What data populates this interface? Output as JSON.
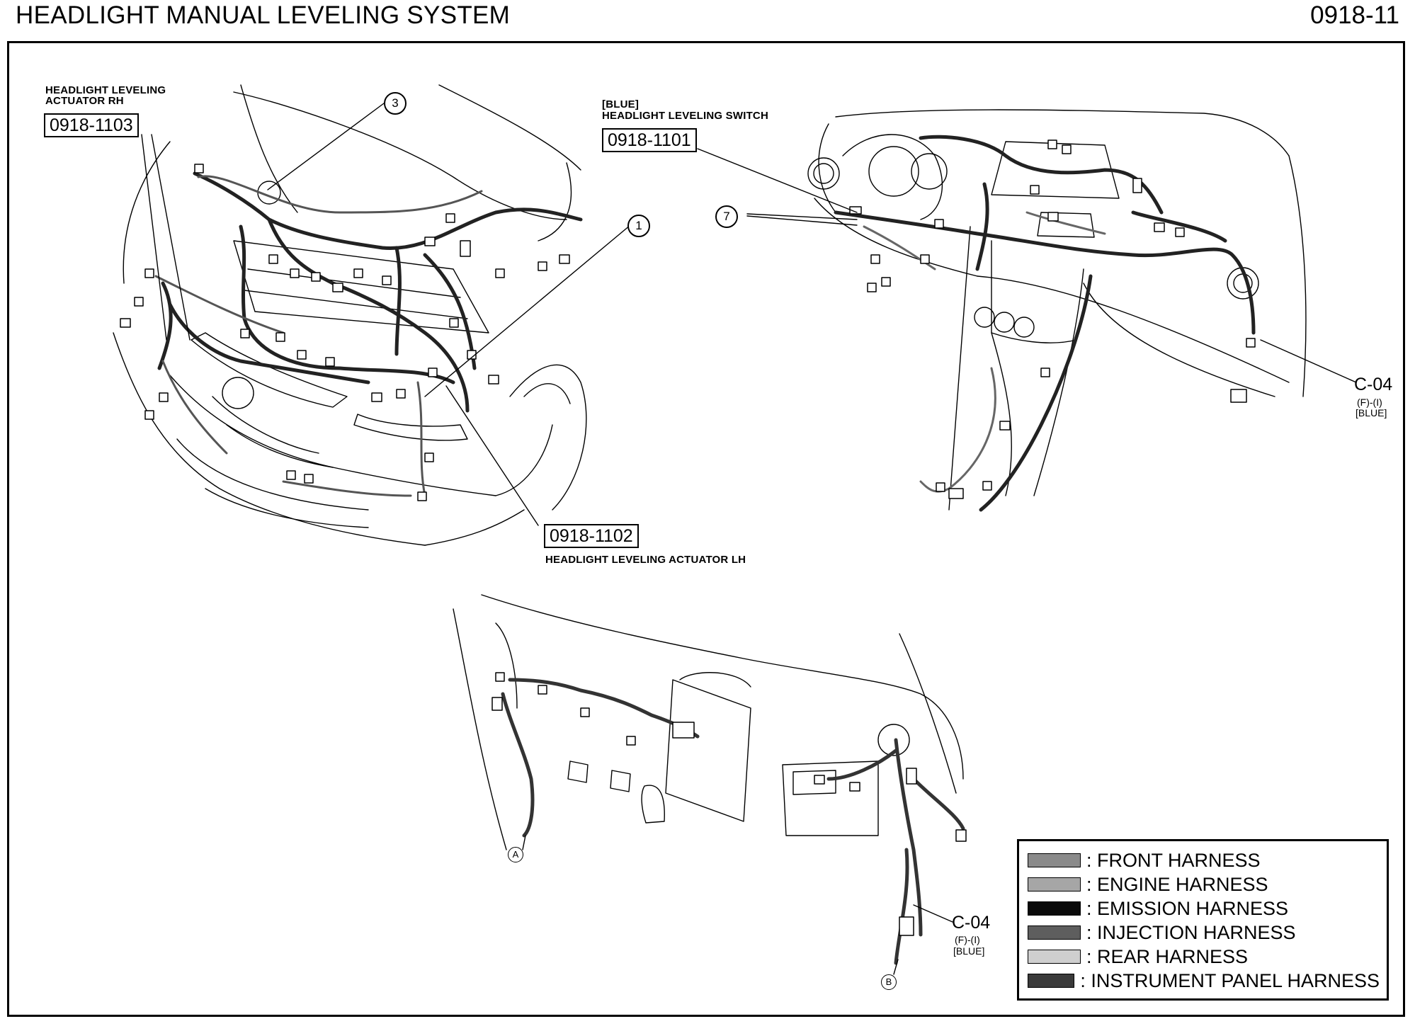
{
  "header": {
    "title": "HEADLIGHT MANUAL LEVELING SYSTEM",
    "page_number": "0918-11"
  },
  "engine_view": {
    "actuator_rh": {
      "label_line1": "HEADLIGHT LEVELING",
      "label_line2": "ACTUATOR RH",
      "code": "0918-1103"
    },
    "actuator_lh": {
      "label": "HEADLIGHT LEVELING ACTUATOR LH",
      "code": "0918-1102"
    },
    "callouts": [
      "3",
      "1"
    ]
  },
  "dash_view": {
    "switch": {
      "color_note": "[BLUE]",
      "label": "HEADLIGHT LEVELING SWITCH",
      "code": "0918-1101"
    },
    "callout": "7",
    "connector": {
      "id": "C-04",
      "position": "(F)-(I)",
      "color": "[BLUE]"
    }
  },
  "underdash_view": {
    "connector": {
      "id": "C-04",
      "position": "(F)-(I)",
      "color": "[BLUE]"
    },
    "points": [
      "A",
      "B"
    ]
  },
  "legend": [
    {
      "label": ": FRONT HARNESS",
      "color": "#8a8a8a"
    },
    {
      "label": ": ENGINE HARNESS",
      "color": "#a6a6a6"
    },
    {
      "label": ": EMISSION HARNESS",
      "color": "#0a0a0a"
    },
    {
      "label": ": INJECTION HARNESS",
      "color": "#5e5e5e"
    },
    {
      "label": ": REAR HARNESS",
      "color": "#cfcfcf"
    },
    {
      "label": ": INSTRUMENT PANEL HARNESS",
      "color": "#3a3a3a"
    }
  ]
}
